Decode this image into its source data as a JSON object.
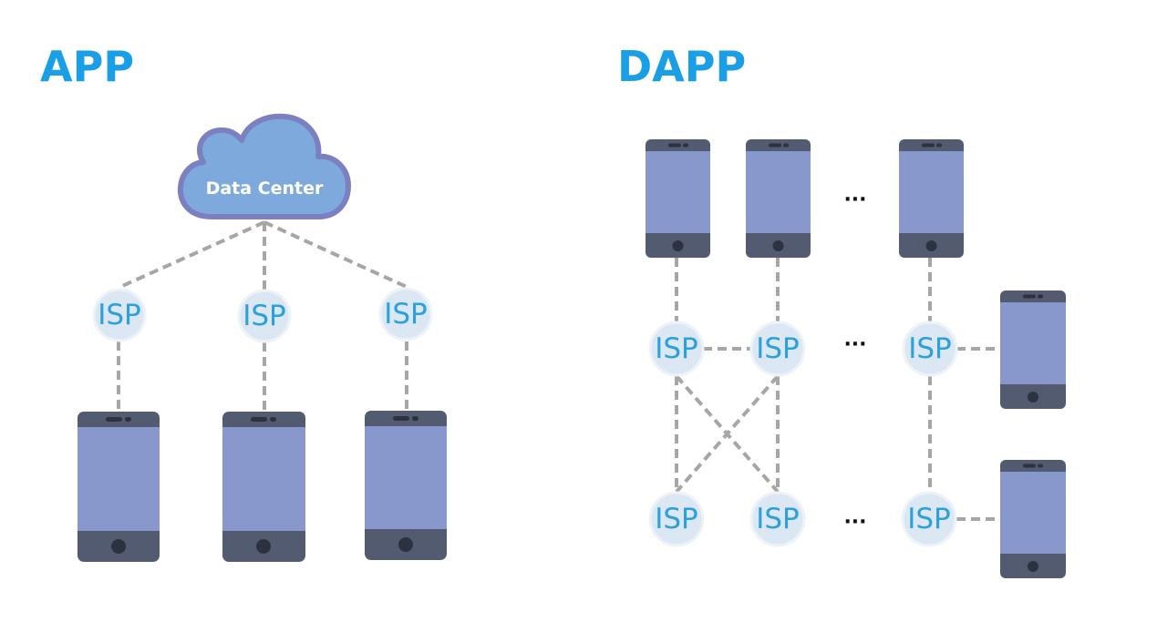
{
  "app": {
    "title": "APP",
    "data_center_label": "Data Center",
    "isp_labels": [
      "ISP",
      "ISP",
      "ISP"
    ]
  },
  "dapp": {
    "title": "DAPP",
    "isp_labels": [
      "ISP",
      "ISP",
      "ISP",
      "ISP",
      "ISP",
      "ISP"
    ],
    "ellipses": [
      "...",
      "...",
      "..."
    ]
  },
  "colors": {
    "heading": "#1a9fe6",
    "isp_text": "#2aa0dc",
    "cloud_fill": "#7da9dc",
    "cloud_outline": "#7c7fc0",
    "phone_body": "#525b70",
    "phone_screen": "#8898cc",
    "link": "#a6a6a6"
  }
}
